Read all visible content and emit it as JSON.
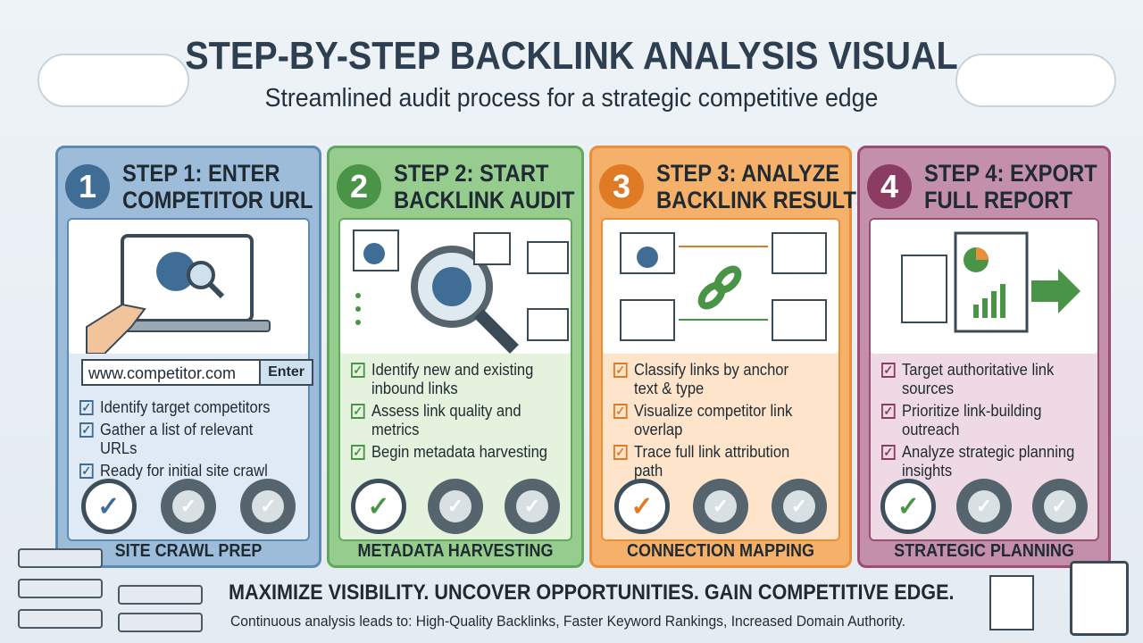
{
  "title": "STEP-BY-STEP BACKLINK ANALYSIS VISUAL",
  "subtitle": "Streamlined audit process for a strategic competitive edge",
  "colors": {
    "step1": "#5b8ab5",
    "step2": "#5fa85c",
    "step3": "#e8913a",
    "step4": "#9b4d72"
  },
  "steps": [
    {
      "number": "1",
      "title": "STEP 1: ENTER COMPETITOR URL",
      "title_l1": "STEP 1: ENTER",
      "title_l2": "COMPETITOR URL",
      "url_value": "www.competitor.com",
      "url_button": "Enter",
      "items": [
        "Identify target competitors",
        "Gather a list of relevant URLs",
        "Ready for initial site crawl"
      ],
      "footer": "SITE CRAWL PREP"
    },
    {
      "number": "2",
      "title_l1": "STEP 2: START",
      "title_l2": "BACKLINK AUDIT",
      "items": [
        "Identify new and existing inbound links",
        "Assess link quality and metrics",
        "Begin metadata harvesting"
      ],
      "footer": "METADATA HARVESTING"
    },
    {
      "number": "3",
      "title_l1": "STEP 3: ANALYZE",
      "title_l2": "BACKLINK RESULTS",
      "items": [
        "Classify links by anchor text & type",
        "Visualize competitor link overlap",
        "Trace full link attribution path"
      ],
      "footer": "CONNECTION MAPPING"
    },
    {
      "number": "4",
      "title_l1": "STEP 4: EXPORT",
      "title_l2": "FULL REPORT",
      "items": [
        "Target authoritative link sources",
        "Prioritize link-building outreach",
        "Analyze strategic planning insights"
      ],
      "footer": "STRATEGIC PLANNING"
    }
  ],
  "tagline": "MAXIMIZE VISIBILITY. UNCOVER OPPORTUNITIES. GAIN COMPETITIVE EDGE.",
  "continuous": "Continuous analysis leads to: High-Quality Backlinks, Faster Keyword Rankings, Increased Domain Authority."
}
